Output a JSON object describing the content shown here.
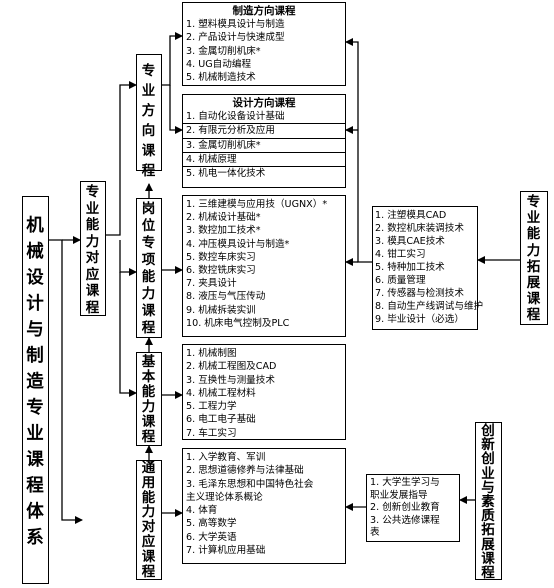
{
  "root": {
    "label": "机械设计与制造专业课程体系"
  },
  "zhuanye_nengli": {
    "label": "专业能力对应课程"
  },
  "zhuanye_fangxiang": {
    "label": "专业方向课程"
  },
  "gangwei": {
    "label": "岗位专项能力课程"
  },
  "jiben": {
    "label": "基本能力课程"
  },
  "tongyong": {
    "label": "通用能力对应课程"
  },
  "tuozhan": {
    "label": "专业能力拓展课程"
  },
  "chuangxin": {
    "label": "创新创业与素质拓展课程"
  },
  "zhizao_list": {
    "title": "制造方向课程",
    "items": [
      "1. 塑料模具设计与制造",
      "2. 产品设计与快速成型",
      "3. 金属切削机床*",
      "4. UG自动编程",
      "5. 机械制造技术"
    ]
  },
  "sheji_list": {
    "title": "设计方向课程",
    "items": [
      "1. 自动化设备设计基础",
      "2. 有限元分析及应用",
      "3. 金属切削机床*",
      "4. 机械原理",
      "5. 机电一体化技术"
    ]
  },
  "gangwei_list": {
    "items": [
      "1. 三维建模与应用技（UGNX）*",
      "2. 机械设计基础*",
      "3. 数控加工技术*",
      "4. 冲压模具设计与制造*",
      "5. 数控车床实习",
      "6. 数控铣床实习",
      "7. 夹具设计",
      "8. 液压与气压传动",
      "9. 机械拆装实训",
      "10. 机床电气控制及PLC"
    ]
  },
  "jiben_list": {
    "items": [
      "1. 机械制图",
      "2. 机械工程图及CAD",
      "3. 互换性与测量技术",
      "4. 机械工程材料",
      "5. 工程力学",
      "6. 电工电子基础",
      "7. 车工实习"
    ]
  },
  "tongyong_list": {
    "items": [
      "1. 入学教育、军训",
      "2. 思想道德修养与法律基础",
      "3. 毛泽东思想和中国特色社会",
      "主义理论体系概论",
      "4. 体育",
      "5. 高等数学",
      "6. 大学英语",
      "7. 计算机应用基础"
    ]
  },
  "tuozhan_list": {
    "items": [
      "1. 注塑模具CAD",
      "2. 数控机床装调技术",
      "3. 模具CAE技术",
      "4. 钳工实习",
      "5. 特种加工技术",
      "6. 质量管理",
      "7. 传感器与检测技术",
      "8. 自动生产线调试与维护",
      "9. 毕业设计（必选）"
    ]
  },
  "chuangxin_list": {
    "items": [
      "1. 大学生学习与",
      "职业发展指导",
      "2. 创新创业教育",
      "3. 公共选修课程",
      "表"
    ]
  }
}
